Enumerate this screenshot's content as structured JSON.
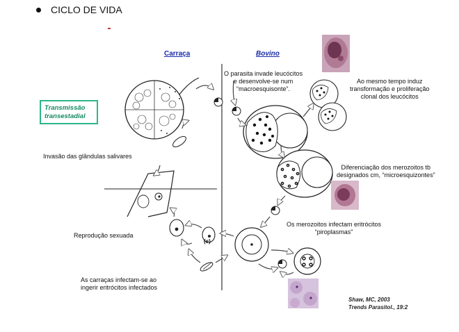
{
  "slide": {
    "bullet_title": "CICLO DE VIDA"
  },
  "diagram": {
    "header_left": "Carraça",
    "header_right": "Bovino",
    "transmission_box": [
      "Transmissão",
      "transestadial"
    ],
    "labels": {
      "invasion": "Invasão das glândulas salivares",
      "reproduction": "Reprodução sexuada",
      "ticks_infect": [
        "As carraças infectam-se ao",
        "ingerir eritrócitos infectados"
      ],
      "parasite_invades": [
        "O parasita invade leucócitos",
        "e desenvolve-se num",
        "“macroesquisonte”."
      ],
      "transformation": [
        "Ao mesmo tempo induz",
        "transformação e proliferação",
        "clonal dos leucócitos"
      ],
      "merozoites_diff": [
        "Diferenciação dos merozoitos tb",
        "designados cm, “microesquizontes”"
      ],
      "merozoites_infect": [
        "Os merozoitos infectam eritrócitos",
        "“piroplasmas”"
      ],
      "stage_e": "(e)"
    },
    "citation": [
      "Shaw, MC, 2003",
      "Trends Parasitol., 19:2"
    ]
  }
}
